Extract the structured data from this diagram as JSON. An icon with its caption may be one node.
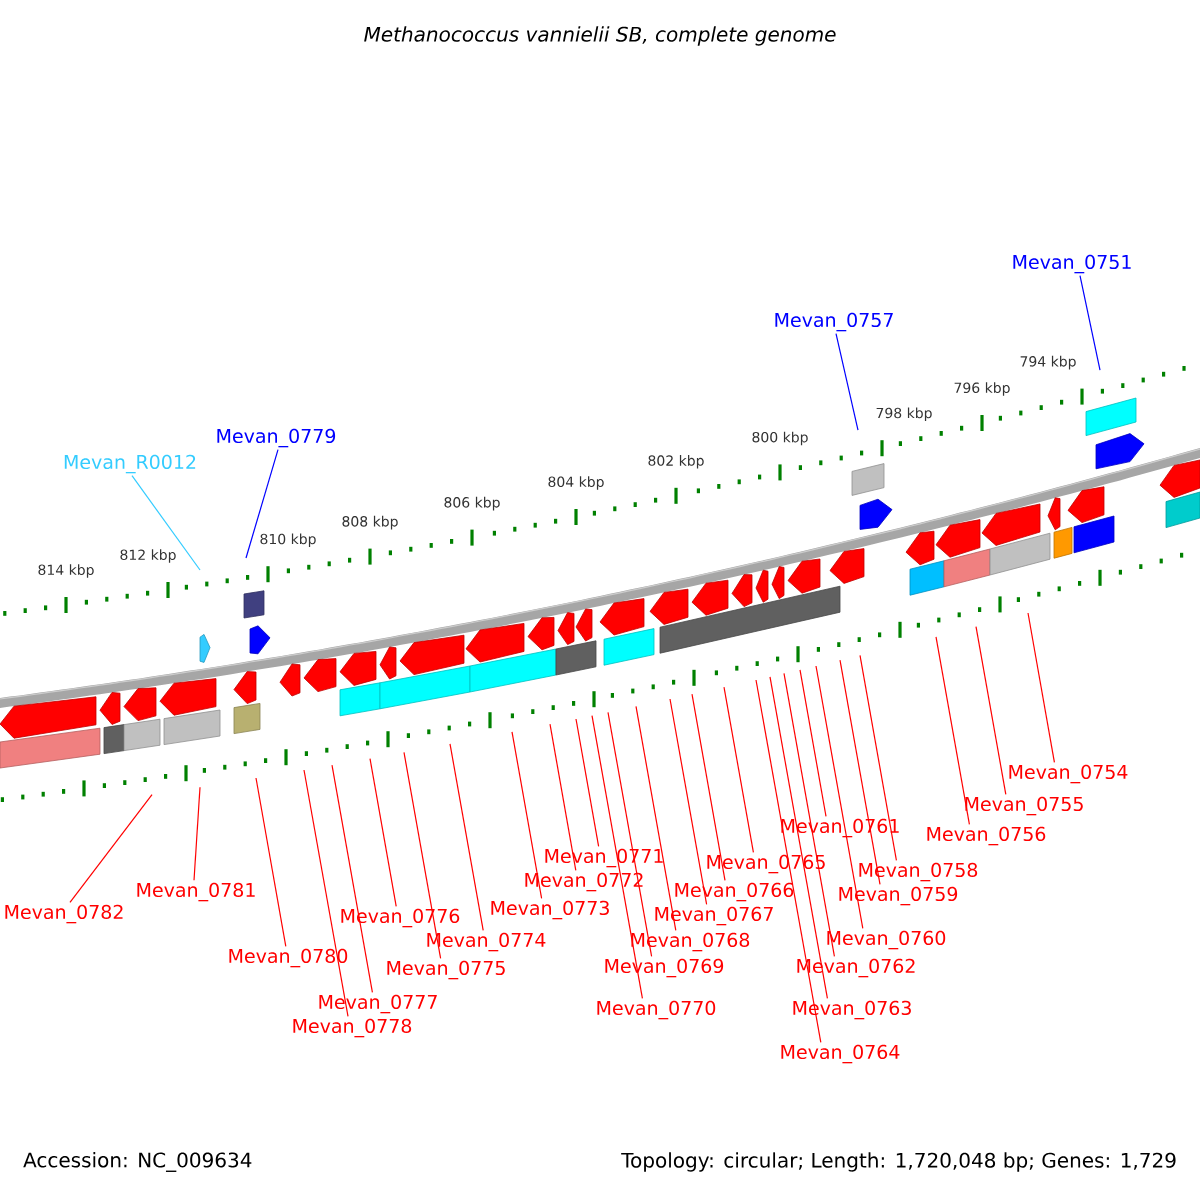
{
  "diagram": {
    "title": "Methanococcus vannielii SB, complete genome",
    "nodes": [
      {
        "text": [
          "Mevan_0751"
        ]
      },
      {
        "text": [
          "Mevan_0757"
        ]
      },
      {
        "text": [
          "Mevan_0779"
        ]
      },
      {
        "text": [
          "Mevan_R0012"
        ]
      },
      {
        "text": [
          "Mevan_0754"
        ]
      },
      {
        "text": [
          "Mevan_0755"
        ]
      },
      {
        "text": [
          "Mevan_0761"
        ]
      },
      {
        "text": [
          "Mevan_0756"
        ]
      },
      {
        "text": [
          "Mevan_0771"
        ]
      },
      {
        "text": [
          "Mevan_0765"
        ]
      },
      {
        "text": [
          "Mevan_0758"
        ]
      },
      {
        "text": [
          "Mevan_0772"
        ]
      },
      {
        "text": [
          "Mevan_0766"
        ]
      },
      {
        "text": [
          "Mevan_0781"
        ]
      },
      {
        "text": [
          "Mevan_0759"
        ]
      },
      {
        "text": [
          "Mevan_0773"
        ]
      },
      {
        "text": [
          "Mevan_0782"
        ]
      },
      {
        "text": [
          "Mevan_0767"
        ]
      },
      {
        "text": [
          "Mevan_0776"
        ]
      },
      {
        "text": [
          "Mevan_0760"
        ]
      },
      {
        "text": [
          "Mevan_0774"
        ]
      },
      {
        "text": [
          "Mevan_0768"
        ]
      },
      {
        "text": [
          "Mevan_0780"
        ]
      },
      {
        "text": [
          "Mevan_0762"
        ]
      },
      {
        "text": [
          "Mevan_0769"
        ]
      },
      {
        "text": [
          "Mevan_0775"
        ]
      },
      {
        "text": [
          "Mevan_0777"
        ]
      },
      {
        "text": [
          "Mevan_0770"
        ]
      },
      {
        "text": [
          "Mevan_0763"
        ]
      },
      {
        "text": [
          "Mevan_0778"
        ]
      },
      {
        "text": [
          "Mevan_0764"
        ]
      }
    ],
    "edges": [
      {
        "from": 0,
        "to": null,
        "arrow": "none",
        "color": "#0000ff"
      },
      {
        "from": 1,
        "to": null,
        "arrow": "none",
        "color": "#0000ff"
      },
      {
        "from": 2,
        "to": null,
        "arrow": "none",
        "color": "#0000ff"
      },
      {
        "from": 3,
        "to": null,
        "arrow": "none",
        "color": "#33ccff"
      },
      {
        "from": 4,
        "to": null,
        "arrow": "none"
      },
      {
        "from": 5,
        "to": null,
        "arrow": "none"
      },
      {
        "from": 6,
        "to": null,
        "arrow": "none"
      },
      {
        "from": 7,
        "to": null,
        "arrow": "none"
      },
      {
        "from": 8,
        "to": null,
        "arrow": "none"
      },
      {
        "from": 9,
        "to": null,
        "arrow": "none"
      },
      {
        "from": 10,
        "to": null,
        "arrow": "none"
      },
      {
        "from": 11,
        "to": null,
        "arrow": "none"
      },
      {
        "from": 12,
        "to": null,
        "arrow": "none"
      },
      {
        "from": 13,
        "to": null,
        "arrow": "none"
      },
      {
        "from": 14,
        "to": null,
        "arrow": "none"
      },
      {
        "from": 15,
        "to": null,
        "arrow": "none"
      },
      {
        "from": 16,
        "to": null,
        "arrow": "none"
      },
      {
        "from": 17,
        "to": null,
        "arrow": "none"
      },
      {
        "from": 18,
        "to": null,
        "arrow": "none"
      },
      {
        "from": 19,
        "to": null,
        "arrow": "none"
      },
      {
        "from": 20,
        "to": null,
        "arrow": "none"
      },
      {
        "from": 21,
        "to": null,
        "arrow": "none"
      },
      {
        "from": 22,
        "to": null,
        "arrow": "none"
      },
      {
        "from": 23,
        "to": null,
        "arrow": "none"
      },
      {
        "from": 24,
        "to": null,
        "arrow": "none"
      },
      {
        "from": 25,
        "to": null,
        "arrow": "none"
      },
      {
        "from": 26,
        "to": null,
        "arrow": "none"
      },
      {
        "from": 27,
        "to": null,
        "arrow": "none"
      },
      {
        "from": 28,
        "to": null,
        "arrow": "none"
      },
      {
        "from": 29,
        "to": null,
        "arrow": "none"
      },
      {
        "from": 30,
        "to": null,
        "arrow": "none"
      }
    ],
    "labels": [
      "794 kbp",
      "796 kbp",
      "798 kbp",
      "800 kbp",
      "802 kbp",
      "804 kbp",
      "806 kbp",
      "808 kbp",
      "810 kbp",
      "812 kbp",
      "814 kbp",
      "Accession: NC_009634",
      "Topology: circular; Length: 1,720,048 bp; Genes: 1,729"
    ]
  }
}
